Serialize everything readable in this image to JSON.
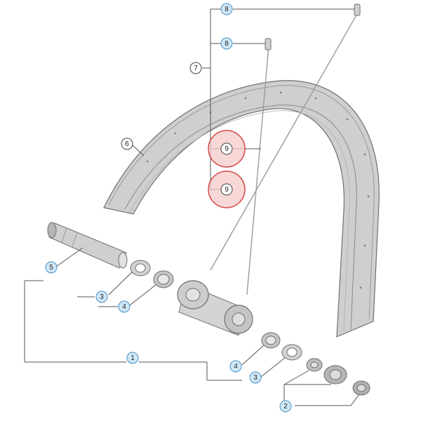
{
  "colors": {
    "leader": "#555555",
    "part_fill": "#c9c9c9",
    "part_dark": "#8e8e8e",
    "part_stroke": "#6f6f6f",
    "callout_blue_fill": "#cfe7f7",
    "callout_blue_stroke": "#4a90c4",
    "callout_white_fill": "#ffffff",
    "callout_white_stroke": "#444444",
    "highlight_fill": "#f6c9c9",
    "highlight_stroke": "#d64545"
  },
  "callouts": [
    {
      "label": "8",
      "style": "blue",
      "part": "spoke-nipple"
    },
    {
      "label": "8",
      "style": "blue",
      "part": "spoke-nipple"
    },
    {
      "label": "7",
      "style": "white",
      "part": "spoke-set"
    },
    {
      "label": "6",
      "style": "white",
      "part": "rim"
    },
    {
      "label": "9",
      "style": "highlight",
      "part": "spoke"
    },
    {
      "label": "9",
      "style": "highlight",
      "part": "spoke"
    },
    {
      "label": "5",
      "style": "blue",
      "part": "axle"
    },
    {
      "label": "3",
      "style": "blue",
      "part": "lock-nut"
    },
    {
      "label": "4",
      "style": "blue",
      "part": "washer"
    },
    {
      "label": "1",
      "style": "blue",
      "part": "hub-assembly"
    },
    {
      "label": "4",
      "style": "blue",
      "part": "washer"
    },
    {
      "label": "3",
      "style": "blue",
      "part": "lock-nut"
    },
    {
      "label": "2",
      "style": "blue",
      "part": "cone-cup-set"
    }
  ]
}
